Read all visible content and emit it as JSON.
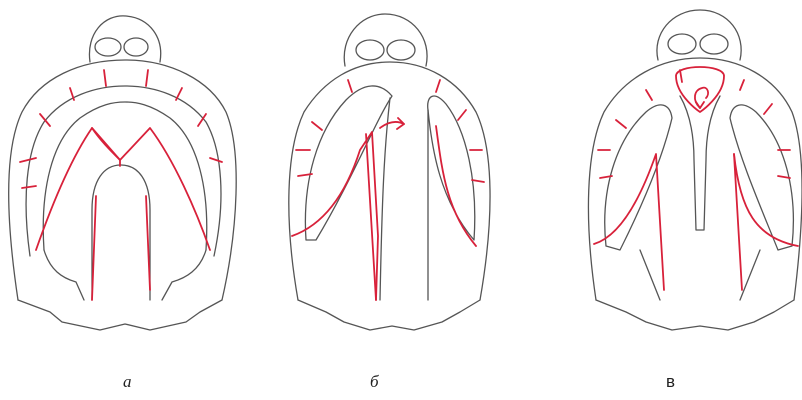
{
  "figure": {
    "panels": [
      {
        "label": "а"
      },
      {
        "label": "б"
      },
      {
        "label": "в"
      }
    ],
    "colors": {
      "outline": "#555555",
      "incision": "#d8213a",
      "background": "#ffffff"
    }
  }
}
